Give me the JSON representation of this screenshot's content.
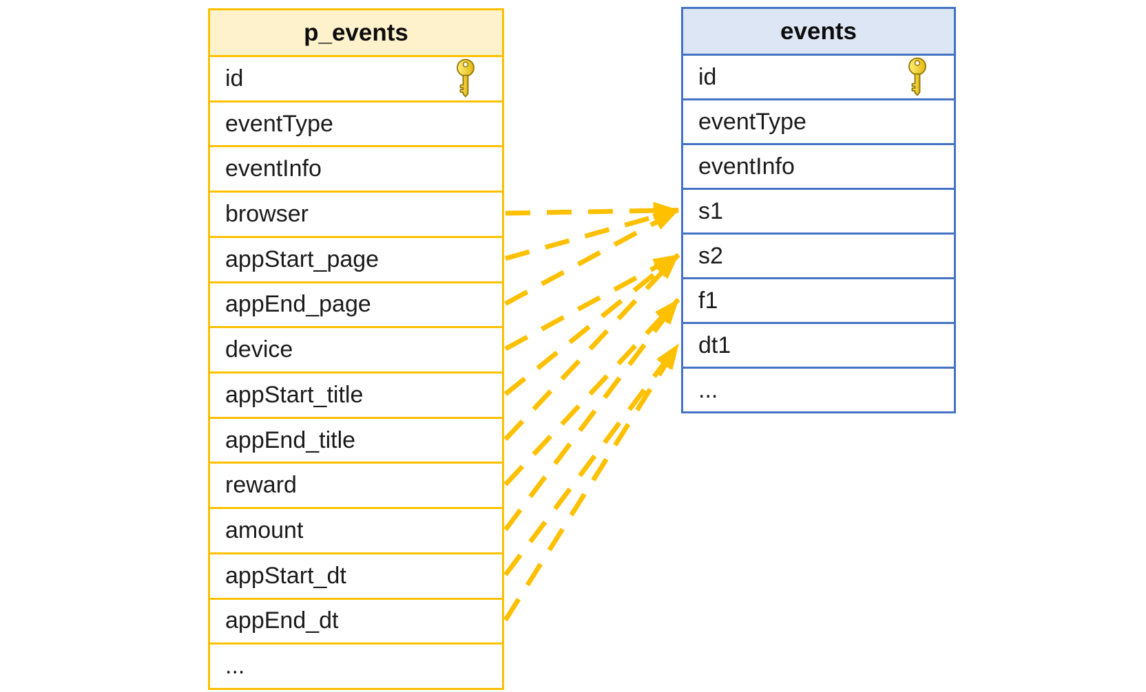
{
  "diagram": {
    "left_table": {
      "title": "p_events",
      "fields": [
        {
          "name": "id",
          "key": true
        },
        {
          "name": "eventType"
        },
        {
          "name": "eventInfo"
        },
        {
          "name": "browser"
        },
        {
          "name": "appStart_page"
        },
        {
          "name": "appEnd_page"
        },
        {
          "name": "device"
        },
        {
          "name": "appStart_title"
        },
        {
          "name": "appEnd_title"
        },
        {
          "name": "reward"
        },
        {
          "name": "amount"
        },
        {
          "name": "appStart_dt"
        },
        {
          "name": "appEnd_dt"
        },
        {
          "name": "..."
        }
      ]
    },
    "right_table": {
      "title": "events",
      "fields": [
        {
          "name": "id",
          "key": true
        },
        {
          "name": "eventType"
        },
        {
          "name": "eventInfo"
        },
        {
          "name": "s1"
        },
        {
          "name": "s2"
        },
        {
          "name": "f1"
        },
        {
          "name": "dt1"
        },
        {
          "name": "..."
        }
      ]
    },
    "connections": [
      {
        "from": "browser",
        "to": "s1"
      },
      {
        "from": "appStart_page",
        "to": "s1"
      },
      {
        "from": "appEnd_page",
        "to": "s1"
      },
      {
        "from": "device",
        "to": "s2"
      },
      {
        "from": "appStart_title",
        "to": "s2"
      },
      {
        "from": "appEnd_title",
        "to": "s2"
      },
      {
        "from": "reward",
        "to": "f1"
      },
      {
        "from": "amount",
        "to": "f1"
      },
      {
        "from": "appStart_dt",
        "to": "dt1"
      },
      {
        "from": "appEnd_dt",
        "to": "dt1"
      }
    ],
    "colors": {
      "left_border": "#FFC000",
      "left_header_fill": "#FEF2CC",
      "right_border": "#4472C4",
      "right_header_fill": "#DCE6F4",
      "connector": "#FFC000",
      "key_gold_light": "#FFEF7A",
      "key_gold_dark": "#E3B70E",
      "key_outline": "#8F7300",
      "text": "#1A1A1A"
    }
  }
}
